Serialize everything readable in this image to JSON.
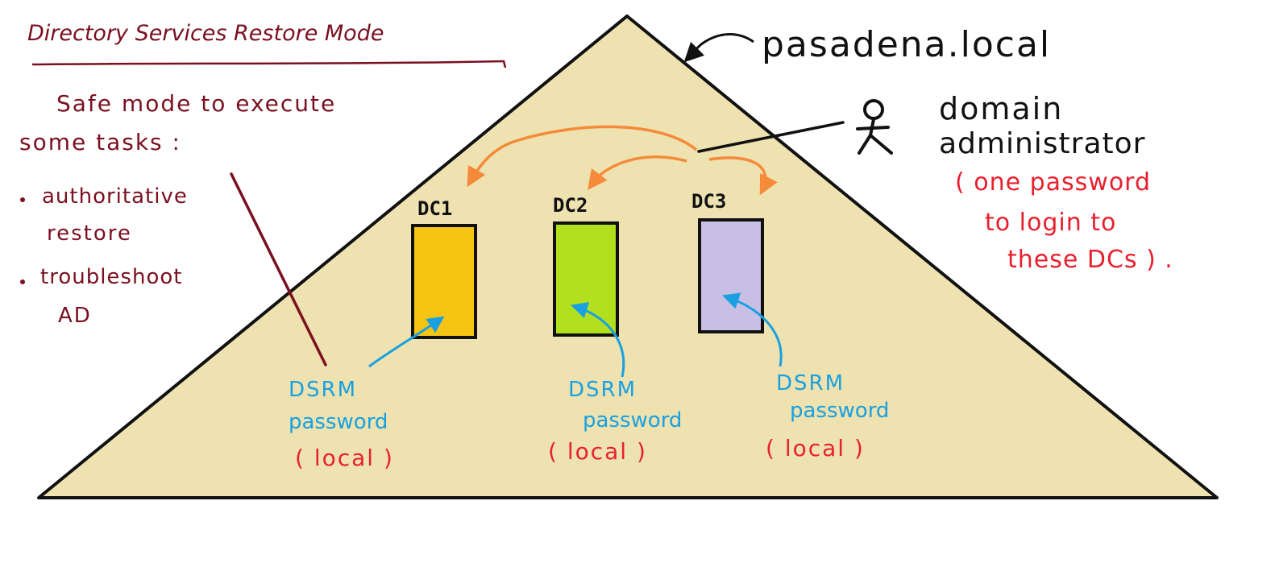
{
  "title": "Directory Services Restore Mode",
  "domain_name": "pasadena.local",
  "notes": {
    "line1": "Safe mode to execute",
    "line2": "some tasks :",
    "bullet1_line1": "authoritative",
    "bullet1_line2": "restore",
    "bullet2_line1": "troubleshoot",
    "bullet2_line2": "AD"
  },
  "admin": {
    "line1": "domain",
    "line2": "administrator",
    "note_line1": "( one password",
    "note_line2": "to login to",
    "note_line3": "these DCs ) ."
  },
  "dcs": [
    {
      "label": "DC1",
      "color": "#f6c412",
      "dsrm_line1": "DSRM",
      "dsrm_line2": "password",
      "scope": "( local )"
    },
    {
      "label": "DC2",
      "color": "#b2e01e",
      "dsrm_line1": "DSRM",
      "dsrm_line2": "password",
      "scope": "( local )"
    },
    {
      "label": "DC3",
      "color": "#c7c0e4",
      "dsrm_line1": "DSRM",
      "dsrm_line2": "password",
      "scope": "( local )"
    }
  ],
  "colors": {
    "triangle_fill": "#ede2b0",
    "maroon": "#7a1020",
    "red": "#e8202e",
    "blue": "#1aa0e0",
    "orange": "#f58a3a"
  },
  "icons": {
    "admin_figure": "person-icon"
  }
}
